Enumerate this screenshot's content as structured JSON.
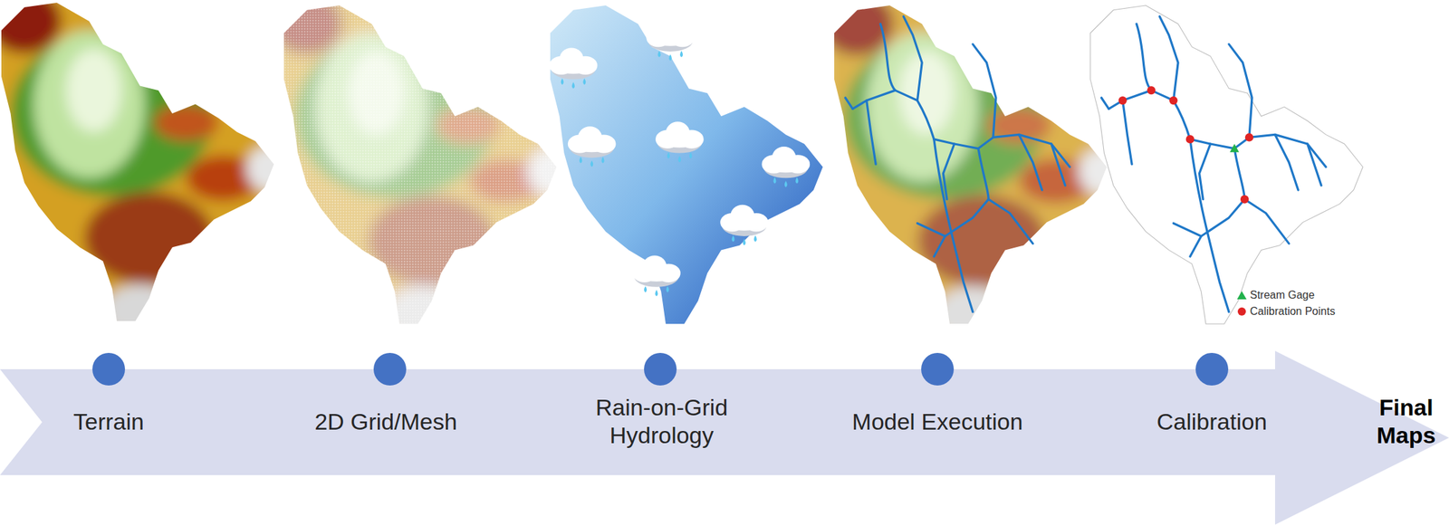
{
  "diagram": {
    "nodes": [
      {
        "text": [
          "Terrain",
          "2D Grid/Mesh",
          "Rain-on-Grid Hydrology",
          "Model Execution",
          "Calibration",
          "Final Maps"
        ]
      }
    ],
    "legend": [
      {
        "text": "Stream Gage"
      },
      {
        "text": "Calibration Points"
      }
    ]
  }
}
